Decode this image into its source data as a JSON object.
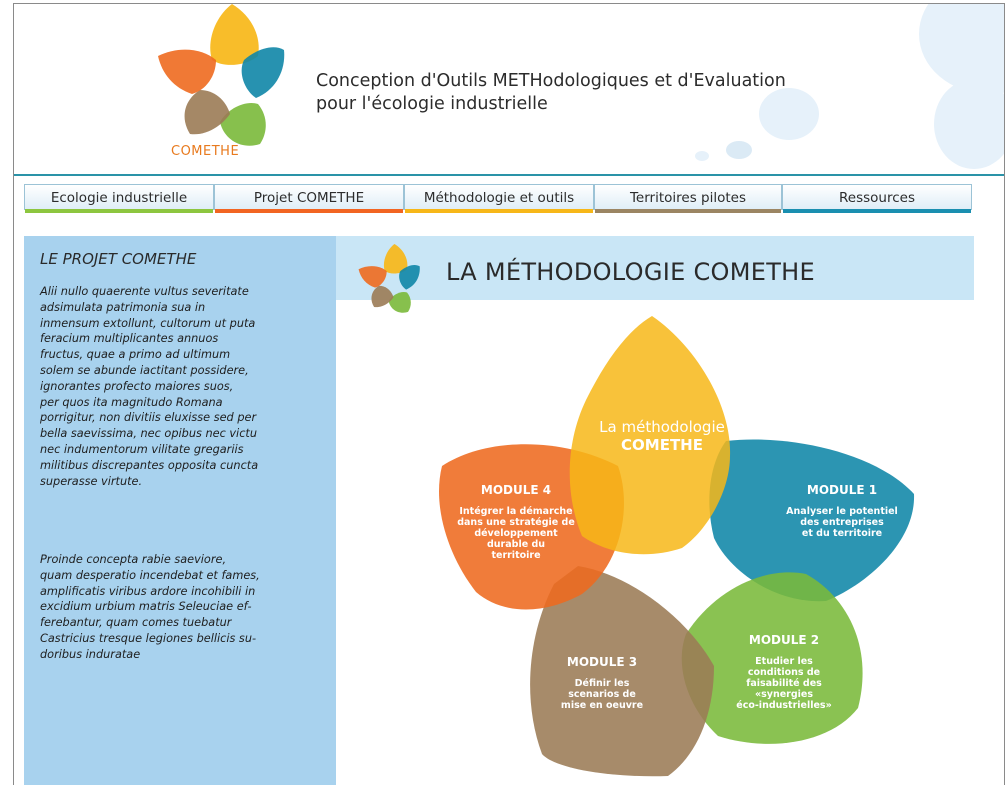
{
  "header": {
    "logo_word": "COMETHE",
    "title": "Conception d'Outils METHodologiques et d'Evaluation\npour l'écologie industrielle"
  },
  "nav": {
    "items": [
      {
        "label": "Ecologie industrielle",
        "color": "#8dc63f"
      },
      {
        "label": "Projet COMETHE",
        "color": "#f26522"
      },
      {
        "label": "Méthodologie et outils",
        "color": "#f7b718"
      },
      {
        "label": "Territoires pilotes",
        "color": "#9b8563"
      },
      {
        "label": "Ressources",
        "color": "#1a8fb0"
      }
    ]
  },
  "sidebar": {
    "title": "LE PROJET COMETHE",
    "paragraph1": "Alii nullo quaerente vultus severitate\nadsimulata patrimonia sua in\ninmensum extollunt, cultorum ut puta\nferacium multiplicantes annuos\nfructus, quae a primo ad ultimum\nsolem se abunde iactitant possidere,\nignorantes profecto maiores suos,\nper quos ita magnitudo Romana\nporrigitur, non divitiis eluxisse sed per\nbella saevissima, nec opibus nec victu\nnec indumentorum vilitate gregariis\nmilitibus discrepantes opposita cuncta\nsuperasse virtute.",
    "paragraph2": "Proinde concepta rabie saeviore,\nquam desperatio incendebat et fames,\namplificatis viribus ardore incohibili in\nexcidium urbium matris Seleuciae ef-\nferebantur, quam comes tuebatur\nCastricius tresque legiones bellicis su-\ndoribus induratae"
  },
  "content": {
    "title": "LA MÉTHODOLOGIE COMETHE",
    "center_line1": "La méthodologie",
    "center_line2": "COMETHE",
    "modules": {
      "m1": {
        "title": "MODULE 1",
        "lines": [
          "Analyser le potentiel",
          "des entreprises",
          "et du territoire"
        ]
      },
      "m2": {
        "title": "MODULE 2",
        "lines": [
          "Etudier les",
          "conditions de",
          "faisabilité des",
          "«synergies",
          "éco-industrielles»"
        ]
      },
      "m3": {
        "title": "MODULE 3",
        "lines": [
          "Définir les",
          "scenarios de",
          "mise en oeuvre"
        ]
      },
      "m4": {
        "title": "MODULE 4",
        "lines": [
          "Intégrer la démarche",
          "dans une stratégie de",
          "développement",
          "durable du",
          "territoire"
        ]
      }
    }
  },
  "colors": {
    "yellow": "#f7b718",
    "teal": "#0f86a7",
    "green": "#7ab93a",
    "brown": "#9b7b55",
    "orange": "#ee6a1f",
    "sidebar_bg": "#a8d2ee",
    "band_bg": "#c9e6f6"
  }
}
